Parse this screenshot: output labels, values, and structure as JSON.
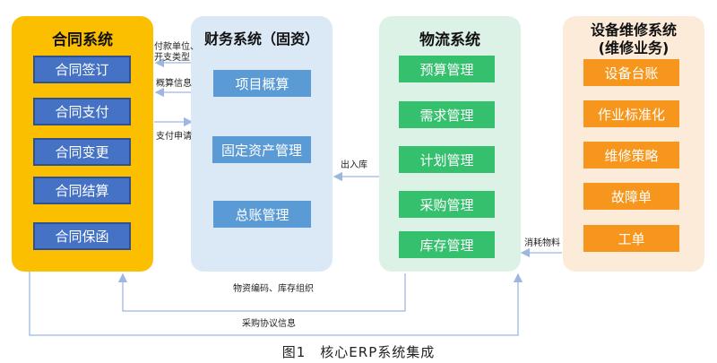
{
  "contract": {
    "title": "合同系统",
    "items": [
      "合同签订",
      "合同支付",
      "合同变更",
      "合同结算",
      "合同保函"
    ]
  },
  "finance": {
    "title": "财务系统（固资）",
    "items": [
      "项目概算",
      "固定资产管理",
      "总账管理"
    ]
  },
  "logistics": {
    "title": "物流系统",
    "items": [
      "预算管理",
      "需求管理",
      "计划管理",
      "采购管理",
      "库存管理"
    ]
  },
  "maintenance": {
    "title_line1": "设备维修系统",
    "title_line2": "(维修业务)",
    "items": [
      "设备台账",
      "作业标准化",
      "维修策略",
      "故障单",
      "工单"
    ]
  },
  "flows": {
    "payment_unit_line1": "付款单位、",
    "payment_unit_line2": "开支类型",
    "budget_info": "概算信息",
    "payment_request": "支付申请",
    "in_out_warehouse": "出入库",
    "consumables": "消耗物料",
    "material_code": "物资编码、库存组织",
    "purchase_agreement": "采购协议信息"
  },
  "caption": "图1　核心ERP系统集成",
  "colors": {
    "contract_bg": "#fcbf00",
    "finance_bg": "#dbe9f7",
    "logistics_bg": "#dcf2e6",
    "maintenance_bg": "#fdebd9",
    "arrow": "#9db8e0"
  }
}
